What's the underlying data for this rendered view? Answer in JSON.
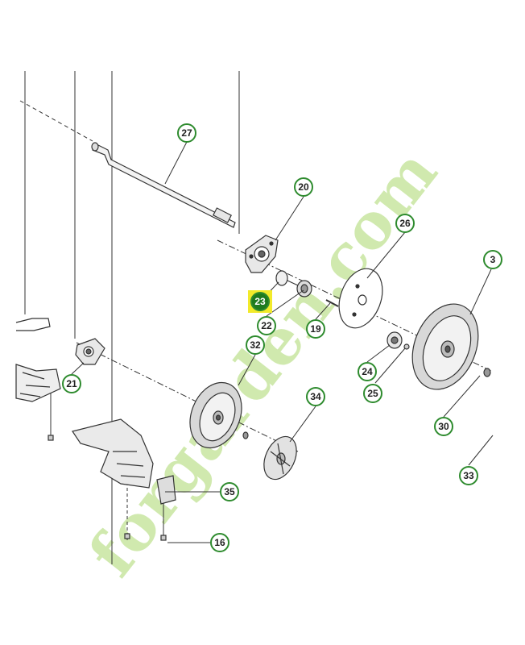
{
  "diagram": {
    "callouts": [
      {
        "id": "c27",
        "label": "27"
      },
      {
        "id": "c20",
        "label": "20"
      },
      {
        "id": "c26",
        "label": "26"
      },
      {
        "id": "c3",
        "label": "3"
      },
      {
        "id": "c23",
        "label": "23",
        "highlighted": true
      },
      {
        "id": "c22",
        "label": "22"
      },
      {
        "id": "c19",
        "label": "19"
      },
      {
        "id": "c32",
        "label": "32"
      },
      {
        "id": "c21",
        "label": "21"
      },
      {
        "id": "c24",
        "label": "24"
      },
      {
        "id": "c25",
        "label": "25"
      },
      {
        "id": "c30",
        "label": "30"
      },
      {
        "id": "c34",
        "label": "34"
      },
      {
        "id": "c33",
        "label": "33"
      },
      {
        "id": "c35",
        "label": "35"
      },
      {
        "id": "c16",
        "label": "16"
      }
    ]
  },
  "watermark": {
    "brand_text": "forgarden.com",
    "colors": {
      "green": "#c8e6a0",
      "orange": "#f7c79a",
      "gray": "#d9d3c6"
    }
  },
  "colors": {
    "callout_green": "#2e8b2e",
    "highlight_bg": "#f2ea2a",
    "highlight_fill": "#1e7a1e",
    "line": "#333333"
  }
}
